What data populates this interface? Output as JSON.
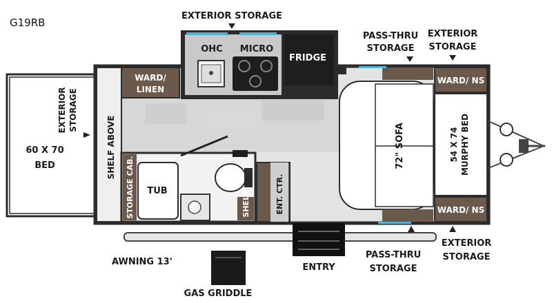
{
  "model": "G19RB",
  "labels": {
    "exterior_storage_top": "EXTERIOR STORAGE",
    "pass_thru_storage": [
      "PASS-THRU",
      "STORAGE"
    ],
    "exterior_storage_right": [
      "EXTERIOR",
      "STORAGE"
    ],
    "ohc": "OHC",
    "micro": "MICRO",
    "fridge": "FRIDGE",
    "ward_linen": [
      "WARD/",
      "LINEN"
    ],
    "ward_ns": "WARD/ NS",
    "exterior_storage_left": [
      "EXTERIOR",
      "STORAGE"
    ],
    "bed": [
      "60 X 70",
      "BED"
    ],
    "shelf_above": "SHELF ABOVE",
    "storage_cab": "STORAGE CAB.",
    "tub": "TUB",
    "shelf": "SHELF",
    "ent_ctr": "ENT. CTR.",
    "sofa": "72\" SOFA",
    "murphy_bed": [
      "54 X 74",
      "MURPHY BED"
    ],
    "awning": "AWNING 13'",
    "gas_griddle": "GAS GRIDDLE",
    "entry": "ENTRY"
  },
  "colors": {
    "wall": "#2b2b2b",
    "cabinet": "#6b5a4c",
    "floor": "#d9d9d9",
    "counter": "#bfbfbf",
    "appliance": "#1e1e1e",
    "accent": "#4fb6d9"
  }
}
